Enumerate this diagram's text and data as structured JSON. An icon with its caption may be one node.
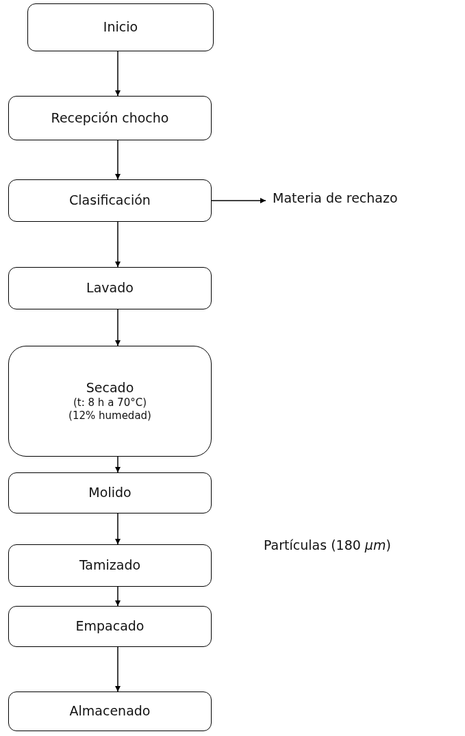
{
  "diagram": {
    "nodes": [
      {
        "text": [
          "Inicio"
        ]
      },
      {
        "text": [
          "Recepción chocho"
        ]
      },
      {
        "text": [
          "Clasificación"
        ]
      },
      {
        "text": [
          "Materia de rechazo"
        ]
      },
      {
        "text": [
          "Lavado"
        ]
      },
      {
        "text": [
          "Secado",
          "(t: 8 h a 70°C)",
          "(12% humedad)"
        ]
      },
      {
        "text": [
          "Molido"
        ]
      },
      {
        "text": [
          "Tamizado"
        ]
      },
      {
        "text": [
          "Empacado"
        ]
      },
      {
        "text": [
          "Almacenado"
        ]
      }
    ],
    "edges": [
      {
        "from": 0,
        "to": 1,
        "arrow": "to"
      },
      {
        "from": 1,
        "to": 2,
        "arrow": "to"
      },
      {
        "from": 2,
        "to": 3,
        "arrow": "to"
      },
      {
        "from": 2,
        "to": 4,
        "arrow": "to"
      },
      {
        "from": 4,
        "to": 5,
        "arrow": "to"
      },
      {
        "from": 5,
        "to": 6,
        "arrow": "to"
      },
      {
        "from": 6,
        "to": 7,
        "arrow": "to"
      },
      {
        "from": 7,
        "to": 8,
        "arrow": "to"
      },
      {
        "from": 8,
        "to": 9,
        "arrow": "to"
      }
    ],
    "labels": [
      "Partículas (180 *μm*)"
    ]
  }
}
